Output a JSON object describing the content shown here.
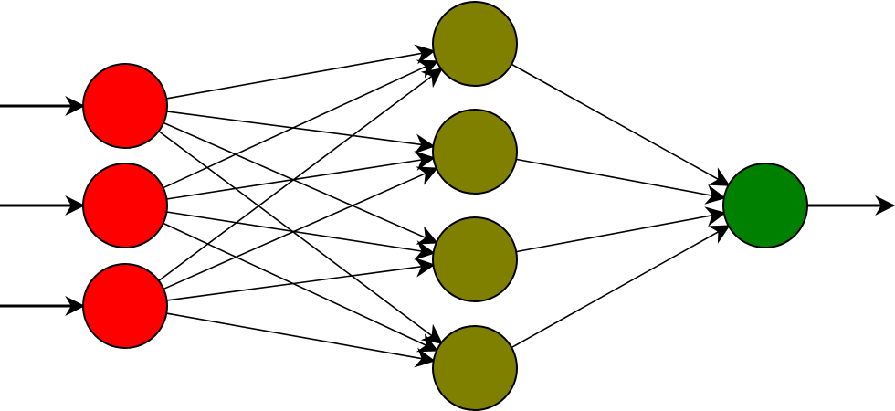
{
  "diagram": {
    "type": "feedforward-neural-network",
    "colors": {
      "input": "#ff0000",
      "hidden": "#808000",
      "output": "#008000",
      "stroke": "#000000"
    },
    "layers": [
      {
        "name": "input",
        "size": 3
      },
      {
        "name": "hidden",
        "size": 4
      },
      {
        "name": "output",
        "size": 1
      }
    ],
    "external_inputs": 3,
    "external_outputs": 1
  }
}
